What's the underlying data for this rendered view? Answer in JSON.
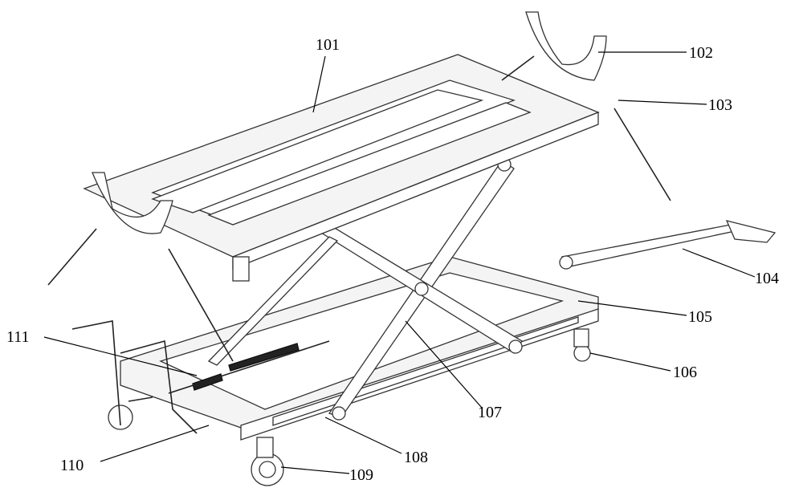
{
  "figure": {
    "labels": [
      {
        "id": "101",
        "text": "101"
      },
      {
        "id": "102",
        "text": "102"
      },
      {
        "id": "103",
        "text": "103"
      },
      {
        "id": "104",
        "text": "104"
      },
      {
        "id": "105",
        "text": "105"
      },
      {
        "id": "106",
        "text": "106"
      },
      {
        "id": "107",
        "text": "107"
      },
      {
        "id": "108",
        "text": "108"
      },
      {
        "id": "109",
        "text": "109"
      },
      {
        "id": "110",
        "text": "110"
      },
      {
        "id": "111",
        "text": "111"
      }
    ]
  }
}
